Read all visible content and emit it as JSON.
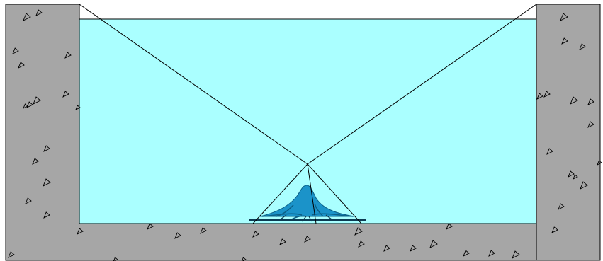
{
  "diagram": {
    "labels": [],
    "colors": {
      "wall_fill": "#a6a6a6",
      "water_fill": "#aaffff",
      "plume_fill": "#1b93c9",
      "plume_dark": "#0b5f86",
      "line_color": "#000000",
      "background": "#ffffff"
    },
    "elements": [
      "left-wall",
      "right-wall",
      "channel-floor",
      "water-body",
      "water-surface-line",
      "sight-lines",
      "central-cone",
      "bottom-plume",
      "aggregate-triangles"
    ]
  }
}
